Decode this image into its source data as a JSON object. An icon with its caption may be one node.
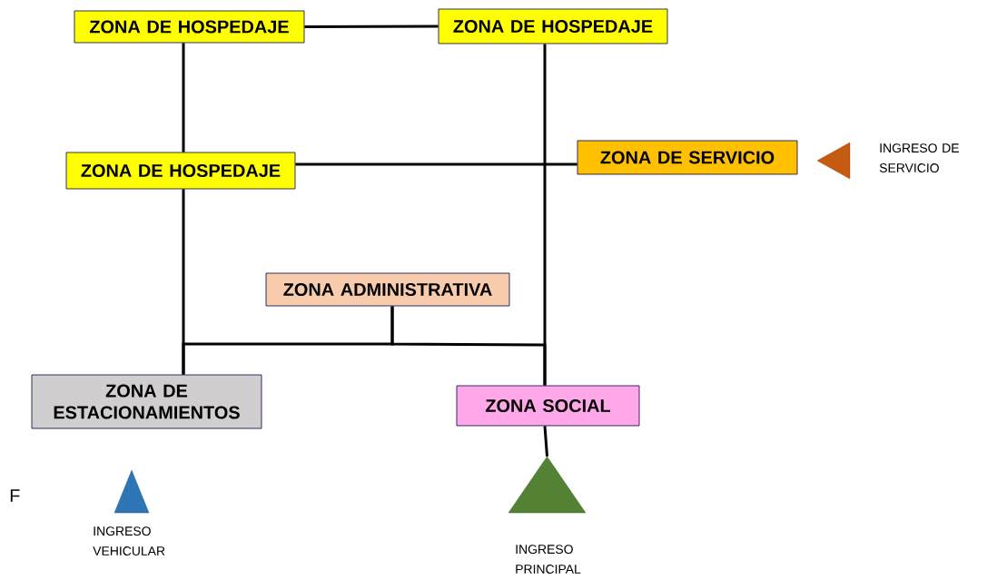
{
  "diagram": {
    "nodes": [
      {
        "text": [
          "ZONA DE HOSPEDAJE"
        ]
      },
      {
        "text": [
          "ZONA DE HOSPEDAJE"
        ]
      },
      {
        "text": [
          "ZONA DE HOSPEDAJE"
        ]
      },
      {
        "text": [
          "ZONA DE SERVICIO"
        ]
      },
      {
        "text": [],
        "shape": "triangle",
        "beside": [
          "INGRESO DE SERVICIO"
        ]
      },
      {
        "text": [
          "ZONA ADMINISTRATIVA"
        ]
      },
      {
        "text": [
          "ZONA DE ESTACIONAMIENTOS"
        ]
      },
      {
        "text": [
          "ZONA SOCIAL"
        ]
      },
      {
        "text": [],
        "shape": "triangle",
        "beside": [
          "INGRESO VEHICULAR"
        ]
      },
      {
        "text": [],
        "shape": "triangle",
        "beside": [
          "INGRESO PRINCIPAL"
        ]
      }
    ],
    "edges": [
      {
        "from": 0,
        "to": 1,
        "arrow": "none"
      },
      {
        "from": 0,
        "to": 2,
        "arrow": "none"
      },
      {
        "from": 2,
        "to": 3,
        "arrow": "none"
      },
      {
        "from": 1,
        "to": 7,
        "arrow": "none"
      },
      {
        "from": 2,
        "to": 6,
        "arrow": "none"
      },
      {
        "from": 5,
        "to": 6,
        "arrow": "none"
      },
      {
        "from": 5,
        "to": 7,
        "arrow": "none"
      },
      {
        "from": 7,
        "to": 9,
        "arrow": "none"
      }
    ],
    "labels": [
      "F"
    ]
  }
}
